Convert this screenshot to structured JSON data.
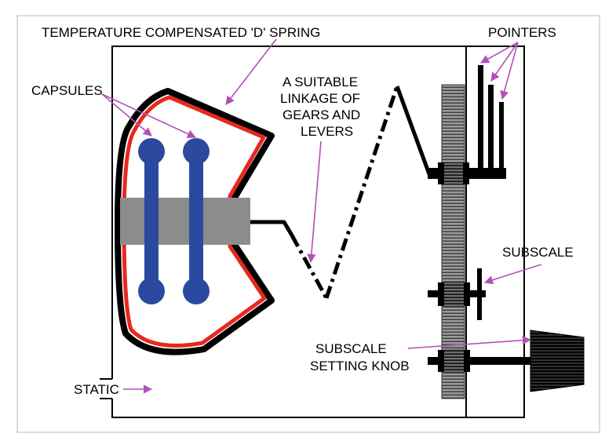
{
  "labels": {
    "spring": "TEMPERATURE COMPENSATED 'D' SPRING",
    "pointers": "POINTERS",
    "capsules": "CAPSULES",
    "linkage": [
      "A SUITABLE",
      "LINKAGE OF",
      "GEARS AND",
      "LEVERS"
    ],
    "subscale": "SUBSCALE",
    "knob": [
      "SUBSCALE",
      "SETTING KNOB"
    ],
    "static": "STATIC"
  },
  "colors": {
    "arrow": "#b150b8",
    "spring_red": "#e8281e",
    "capsule_blue": "#2b4a9f",
    "gray": "#8c8c8c",
    "frame": "#b8b8b8"
  }
}
